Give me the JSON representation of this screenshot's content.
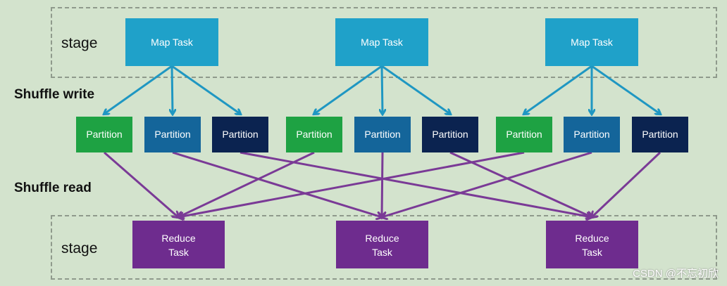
{
  "stages": [
    "stage",
    "stage"
  ],
  "phases": {
    "write": "Shuffle write",
    "read": "Shuffle read"
  },
  "map_tasks": [
    "Map Task",
    "Map Task",
    "Map Task"
  ],
  "partitions": [
    {
      "label": "Partition",
      "kind": "green"
    },
    {
      "label": "Partition",
      "kind": "blue"
    },
    {
      "label": "Partition",
      "kind": "navy"
    },
    {
      "label": "Partition",
      "kind": "green"
    },
    {
      "label": "Partition",
      "kind": "blue"
    },
    {
      "label": "Partition",
      "kind": "navy"
    },
    {
      "label": "Partition",
      "kind": "green"
    },
    {
      "label": "Partition",
      "kind": "blue"
    },
    {
      "label": "Partition",
      "kind": "navy"
    }
  ],
  "reduce_tasks": [
    {
      "line1": "Reduce",
      "line2": "Task"
    },
    {
      "line1": "Reduce",
      "line2": "Task"
    },
    {
      "line1": "Reduce",
      "line2": "Task"
    }
  ],
  "colors": {
    "background": "#d3e3cd",
    "map_task": "#1fa1c9",
    "partition_green": "#1ea243",
    "partition_blue": "#14659a",
    "partition_navy": "#0b2350",
    "reduce_task": "#6e2c8e",
    "write_arrow": "#1f97c2",
    "read_arrow": "#7a3a96"
  },
  "watermark": "CSDN @不忘初欣"
}
